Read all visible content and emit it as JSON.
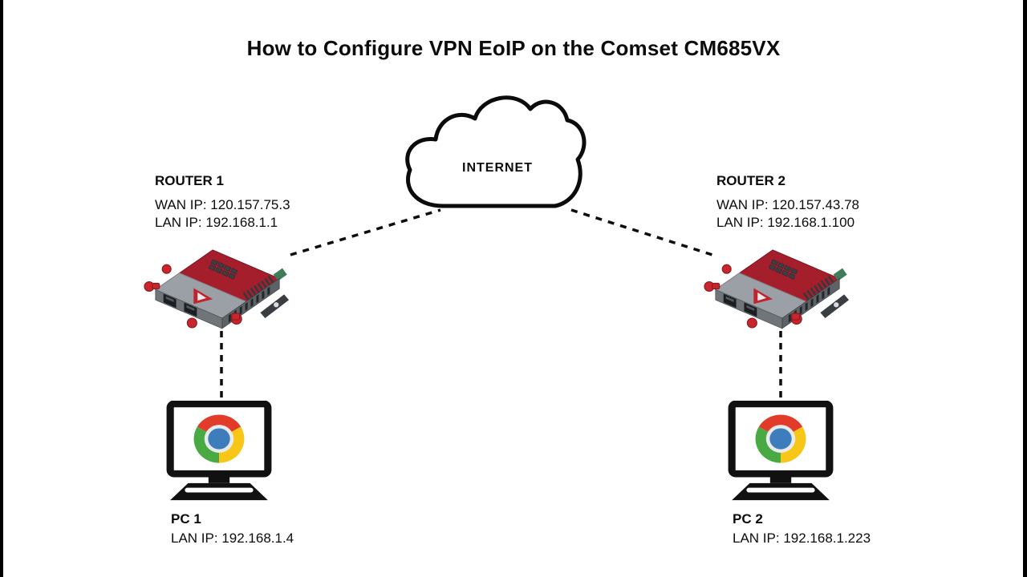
{
  "title": "How to Configure VPN EoIP on the Comset CM685VX",
  "cloud": {
    "label": "INTERNET"
  },
  "routers": [
    {
      "label": "ROUTER 1",
      "wan_label": "WAN IP:",
      "wan_ip": "120.157.75.3",
      "lan_label": "LAN IP:",
      "lan_ip": "192.168.1.1"
    },
    {
      "label": "ROUTER 2",
      "wan_label": "WAN IP:",
      "wan_ip": "120.157.43.78",
      "lan_label": "LAN IP:",
      "lan_ip": "192.168.1.100"
    }
  ],
  "pcs": [
    {
      "label": "PC 1",
      "lan_label": "LAN IP:",
      "lan_ip": "192.168.1.4"
    },
    {
      "label": "PC 2",
      "lan_label": "LAN IP:",
      "lan_ip": "192.168.1.223"
    }
  ],
  "connections": [
    {
      "from": "router1",
      "to": "internet",
      "style": "dashed"
    },
    {
      "from": "internet",
      "to": "router2",
      "style": "dashed"
    },
    {
      "from": "router1",
      "to": "pc1",
      "style": "dashed"
    },
    {
      "from": "router2",
      "to": "pc2",
      "style": "dashed"
    }
  ],
  "icons": {
    "cloud": "internet-cloud-icon",
    "router": "router-device-icon",
    "pc": "pc-monitor-icon",
    "chrome": "chrome-logo-icon"
  },
  "colors": {
    "background": "#ffffff",
    "diagram_line": "#0c0c0c",
    "router_red": "#a51e2c",
    "router_gray": "#9aa0a5",
    "chrome_red": "#e33b2a",
    "chrome_yellow": "#f7c616",
    "chrome_green": "#49a942",
    "chrome_blue": "#3e7dbc"
  }
}
